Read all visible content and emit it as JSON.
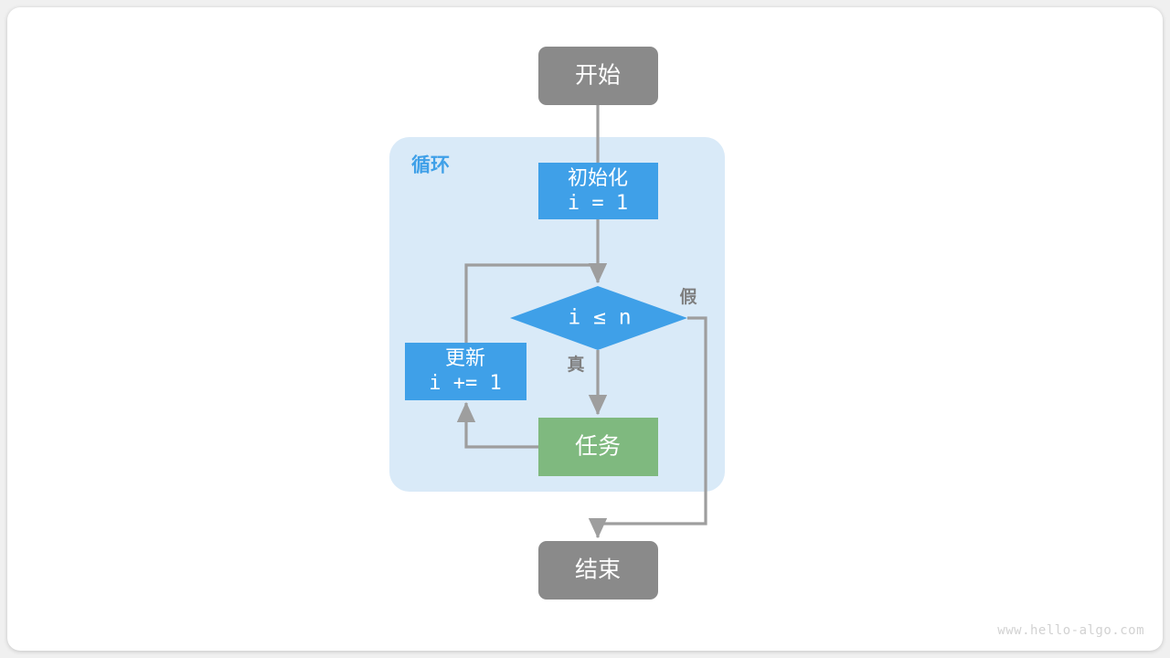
{
  "page": {
    "background": "#f0f0f0",
    "card_background": "#ffffff",
    "watermark": "www.hello-algo.com"
  },
  "palette": {
    "terminal_gray": "#8a8a8a",
    "process_blue": "#3FA0E8",
    "task_green": "#7fb97f",
    "group_fill": "#d9eaf8",
    "edge_gray": "#9e9e9e",
    "label_gray": "#7f7f7f",
    "white_text": "#ffffff"
  },
  "diagram": {
    "type": "flowchart",
    "title": "",
    "group": {
      "label": "循环",
      "name": "loop-group"
    },
    "nodes": [
      {
        "id": "start",
        "shape": "rounded-rect",
        "label": "开始",
        "sublabel": "",
        "color": "#8a8a8a"
      },
      {
        "id": "init",
        "shape": "rect",
        "label": "初始化",
        "sublabel": "i = 1",
        "color": "#3FA0E8"
      },
      {
        "id": "condition",
        "shape": "diamond",
        "label": "i ≤ n",
        "sublabel": "",
        "color": "#3FA0E8"
      },
      {
        "id": "update",
        "shape": "rect",
        "label": "更新",
        "sublabel": "i += 1",
        "color": "#3FA0E8"
      },
      {
        "id": "task",
        "shape": "rect",
        "label": "任务",
        "sublabel": "",
        "color": "#7fb97f"
      },
      {
        "id": "end",
        "shape": "rounded-rect",
        "label": "结束",
        "sublabel": "",
        "color": "#8a8a8a"
      }
    ],
    "edge_labels": {
      "true_branch": "真",
      "false_branch": "假"
    }
  }
}
